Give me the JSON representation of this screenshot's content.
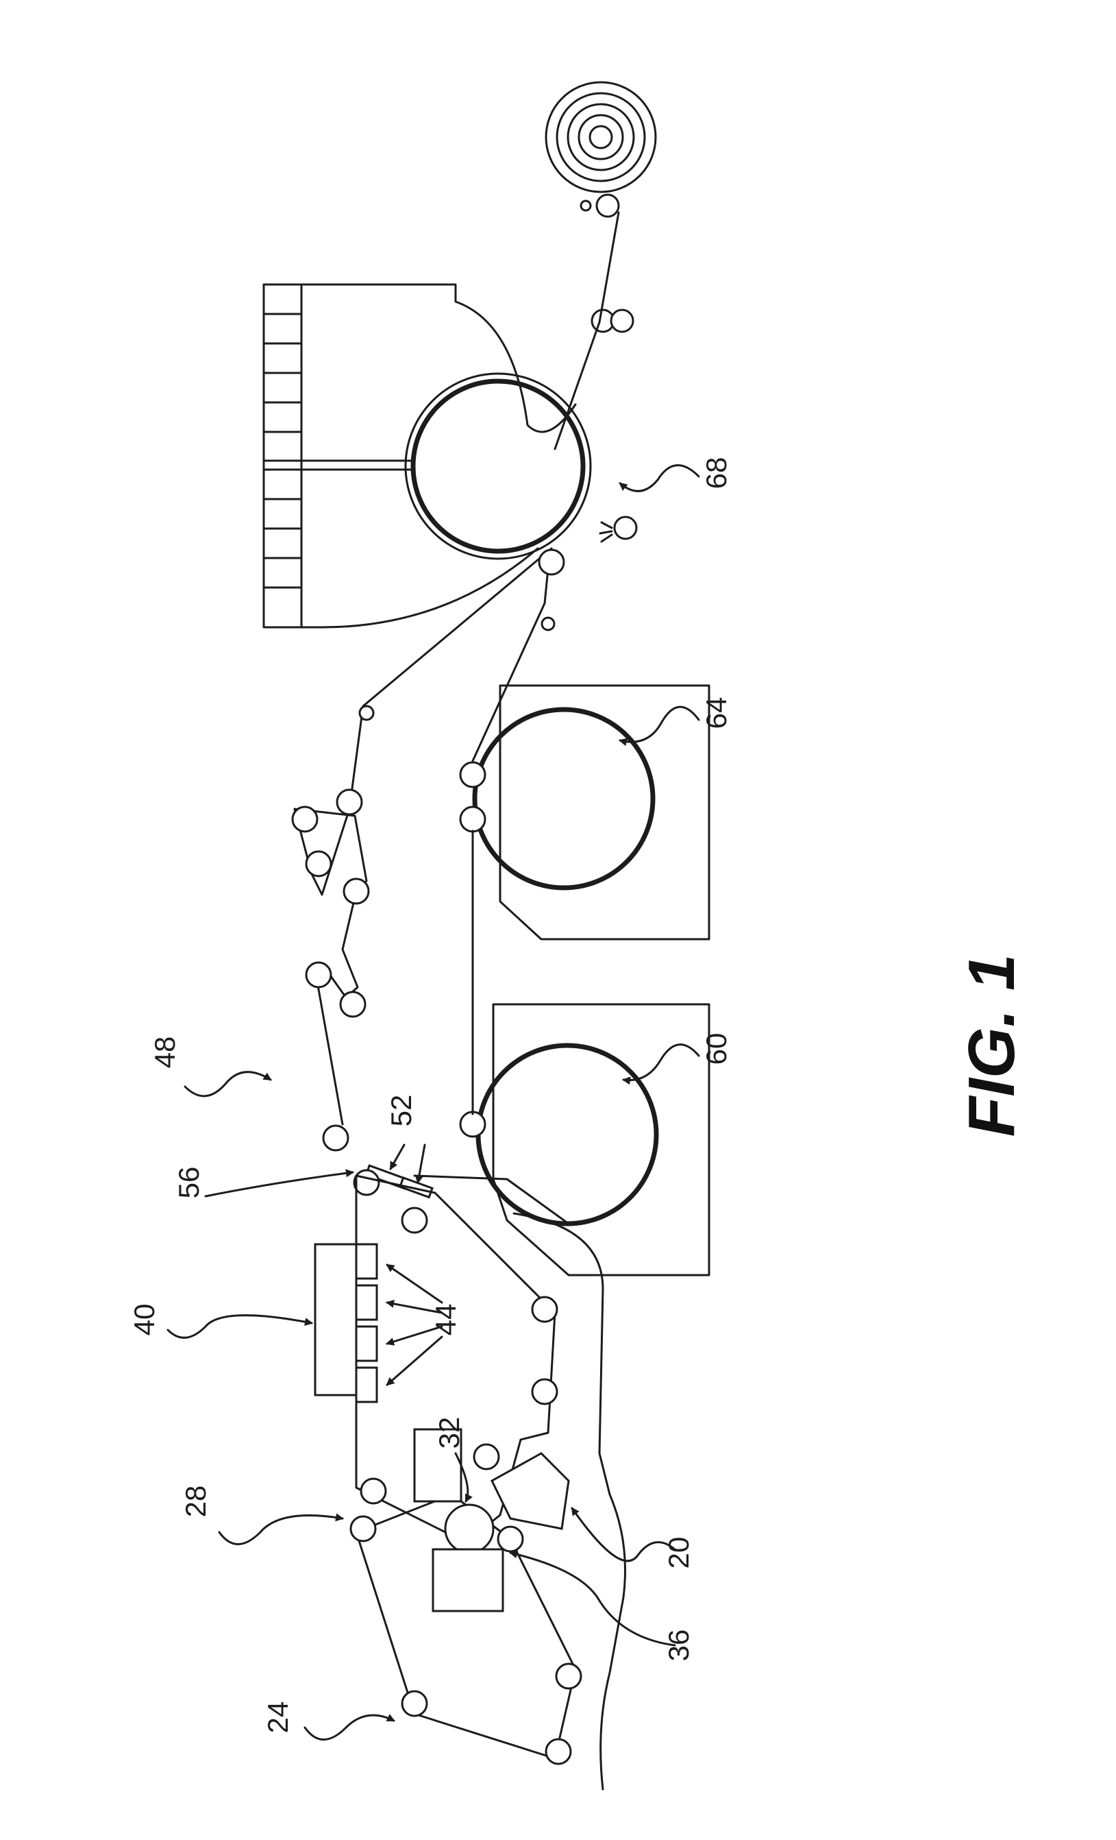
{
  "figure": {
    "caption": "FIG. 1"
  },
  "reference_numerals": {
    "forming_section": "20",
    "forming_fabric_loop": "24",
    "transfer_fabric_loop": "28",
    "forming_roll": "32",
    "headbox_nip": "36",
    "vacuum_box": "40",
    "vacuum_slots": "44",
    "press_fabric_loop": "48",
    "transfer_shoes": "52",
    "transfer_point": "56",
    "first_dryer": "60",
    "second_dryer": "64",
    "yankee_dryer": "68"
  }
}
